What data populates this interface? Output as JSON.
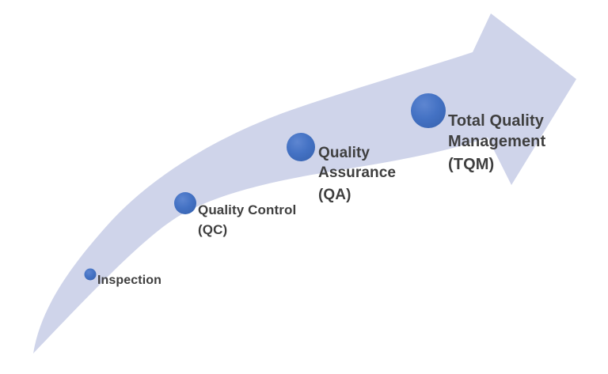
{
  "diagram": {
    "type": "evolution-growth-arrow",
    "background_color": "#FFFFFF",
    "arrow_color": "#CFD4EA",
    "circle_color": "#4472C4",
    "circle_highlight_color": "#5E86D1",
    "text_color": "#3F3F3F",
    "stages": [
      {
        "id": "inspection",
        "lines": [
          "Inspection"
        ],
        "abbr": ""
      },
      {
        "id": "quality-control",
        "lines": [
          "Quality Control"
        ],
        "abbr": "(QC)"
      },
      {
        "id": "quality-assurance",
        "lines": [
          "Quality",
          "Assurance"
        ],
        "abbr": "(QA)"
      },
      {
        "id": "total-quality-management",
        "lines": [
          "Total Quality",
          "Management"
        ],
        "abbr": "(TQM)"
      }
    ]
  }
}
